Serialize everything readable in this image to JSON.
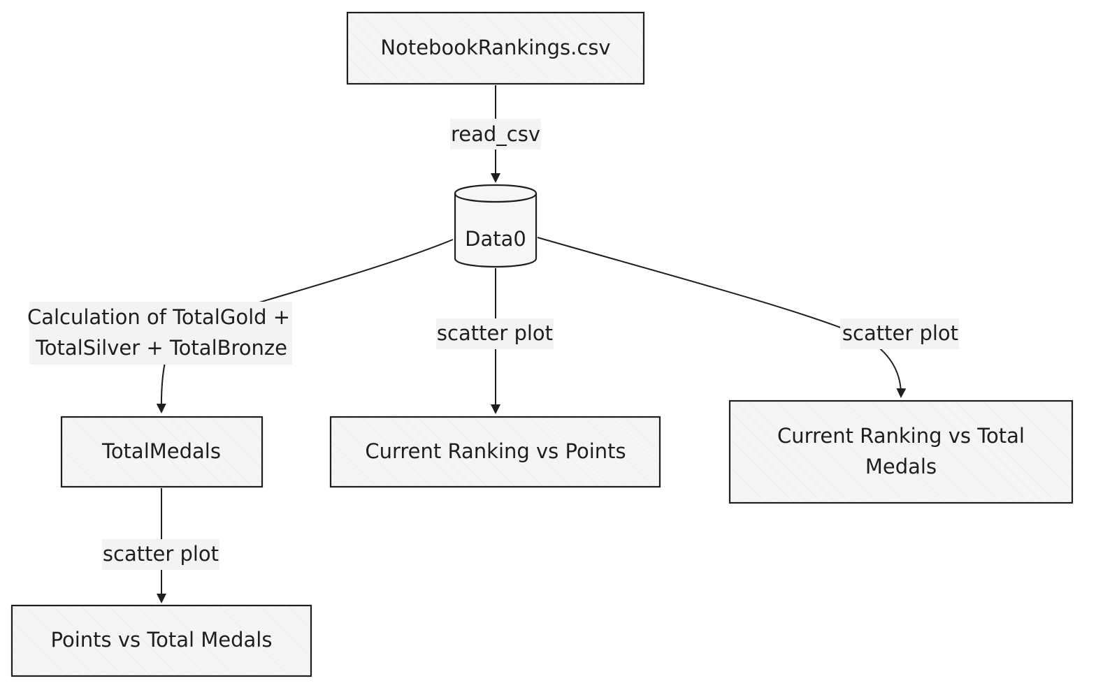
{
  "diagram": {
    "nodes": {
      "source_csv": "NotebookRankings.csv",
      "data0": "Data0",
      "total_medals": "TotalMedals",
      "ranking_vs_points": "Current Ranking vs Points",
      "ranking_vs_total_medals_line1": "Current Ranking vs Total",
      "ranking_vs_total_medals_line2": "Medals",
      "points_vs_total_medals": "Points vs Total Medals"
    },
    "edges": {
      "read_csv": "read_csv",
      "calc_line1": "Calculation of TotalGold +",
      "calc_line2": "TotalSilver + TotalBronze",
      "scatter_center": "scatter plot",
      "scatter_right": "scatter plot",
      "scatter_bottom": "scatter plot"
    }
  }
}
